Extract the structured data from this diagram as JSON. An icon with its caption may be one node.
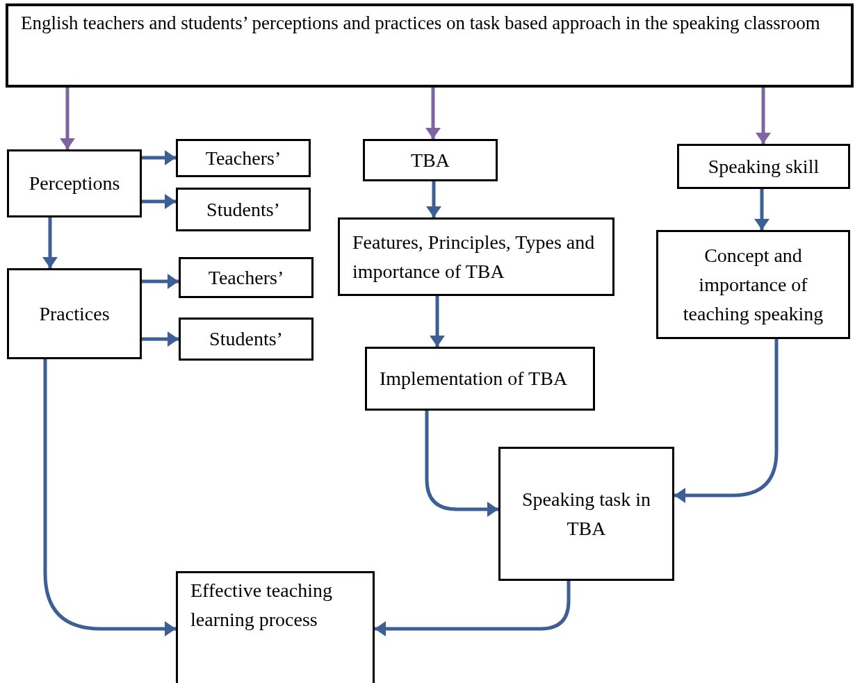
{
  "diagram": {
    "nodes": [
      {
        "text": [
          "English teachers and students’ perceptions and practices on task based approach in the speaking classroom"
        ]
      },
      {
        "text": [
          "Perceptions"
        ]
      },
      {
        "text": [
          "Teachers’"
        ]
      },
      {
        "text": [
          "Students’"
        ]
      },
      {
        "text": [
          "Practices"
        ]
      },
      {
        "text": [
          "Teachers’"
        ]
      },
      {
        "text": [
          "Students’"
        ]
      },
      {
        "text": [
          "TBA"
        ]
      },
      {
        "text": [
          "Features, Principles, Types and importance of TBA"
        ]
      },
      {
        "text": [
          "Implementation of TBA"
        ]
      },
      {
        "text": [
          "Speaking skill"
        ]
      },
      {
        "text": [
          "Concept and importance of teaching speaking"
        ]
      },
      {
        "text": [
          "Speaking task in TBA"
        ]
      },
      {
        "text": [
          "Effective teaching learning process"
        ]
      }
    ],
    "edges": [
      {
        "from": 0,
        "to": 1,
        "arrow": "to",
        "color": "#8064a2"
      },
      {
        "from": 0,
        "to": 7,
        "arrow": "to",
        "color": "#8064a2"
      },
      {
        "from": 0,
        "to": 10,
        "arrow": "to",
        "color": "#8064a2"
      },
      {
        "from": 1,
        "to": 2,
        "arrow": "to"
      },
      {
        "from": 1,
        "to": 3,
        "arrow": "to"
      },
      {
        "from": 1,
        "to": 4,
        "arrow": "to"
      },
      {
        "from": 4,
        "to": 5,
        "arrow": "to"
      },
      {
        "from": 4,
        "to": 6,
        "arrow": "to"
      },
      {
        "from": 7,
        "to": 8,
        "arrow": "to"
      },
      {
        "from": 8,
        "to": 9,
        "arrow": "to"
      },
      {
        "from": 10,
        "to": 11,
        "arrow": "to"
      },
      {
        "from": 9,
        "to": 12,
        "arrow": "to"
      },
      {
        "from": 11,
        "to": 12,
        "arrow": "to"
      },
      {
        "from": 4,
        "to": 13,
        "arrow": "to"
      },
      {
        "from": 12,
        "to": 13,
        "arrow": "to"
      }
    ]
  }
}
